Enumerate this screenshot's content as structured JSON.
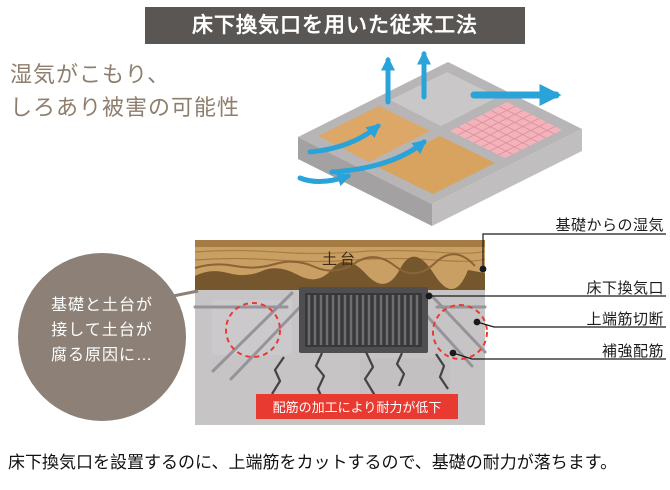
{
  "header": {
    "title": "床下換気口を用いた従来工法"
  },
  "intro": {
    "line1": "湿気がこもり、",
    "line2": "しろあり被害の可能性"
  },
  "diagram": {
    "sill_label": "土台",
    "warning_banner": "配筋の加工により耐力が低下"
  },
  "callouts": [
    {
      "label": "基礎からの湿気"
    },
    {
      "label": "床下換気口"
    },
    {
      "label": "上端筋切断"
    },
    {
      "label": "補強配筋"
    }
  ],
  "bubble": {
    "line1": "基礎と土台が",
    "line2": "接して土台が",
    "line3": "腐る原因に…"
  },
  "footer": {
    "note": "床下換気口を設置するのに、上端筋をカットするので、基礎の耐力が落ちます。"
  },
  "colors": {
    "header_bg": "#595653",
    "accent_red": "#e83a30",
    "arrow_blue": "#2aa3d8",
    "wood": "#c99f63",
    "concrete": "#c6c4c5",
    "bubble_bg": "#8c8077",
    "intro_text": "#8e7e6d",
    "tile_pink": "#f3b3bb"
  }
}
